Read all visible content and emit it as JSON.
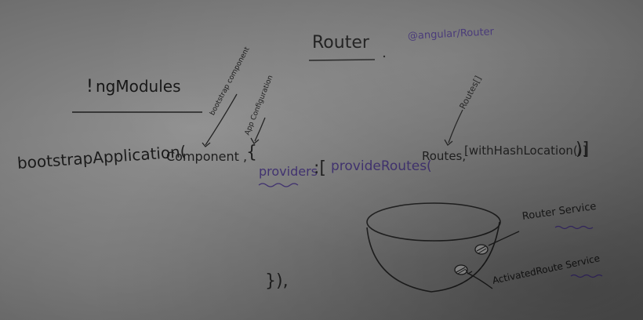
{
  "board": {
    "title": "Router",
    "package": "@angular/Router",
    "heading": "ngModules",
    "bootstrap_call": "bootstrapApplication(",
    "component_arg": "Component ,",
    "brace_open": "{",
    "annotation_bootstrap": "bootstrap component",
    "annotation_config": "App Configuration",
    "providers_label": "providers",
    "providers_colon": ":[",
    "provide_routes": "provideRoutes(",
    "routes_arg": "Routes,",
    "hash_location": "[withHashLocation()]",
    "closing_parens": ")]",
    "routes_annotation": "Routes[]",
    "router_service_label": "Router Service",
    "activated_route_label": "ActivatedRoute Service",
    "closing_braces": "}),"
  }
}
